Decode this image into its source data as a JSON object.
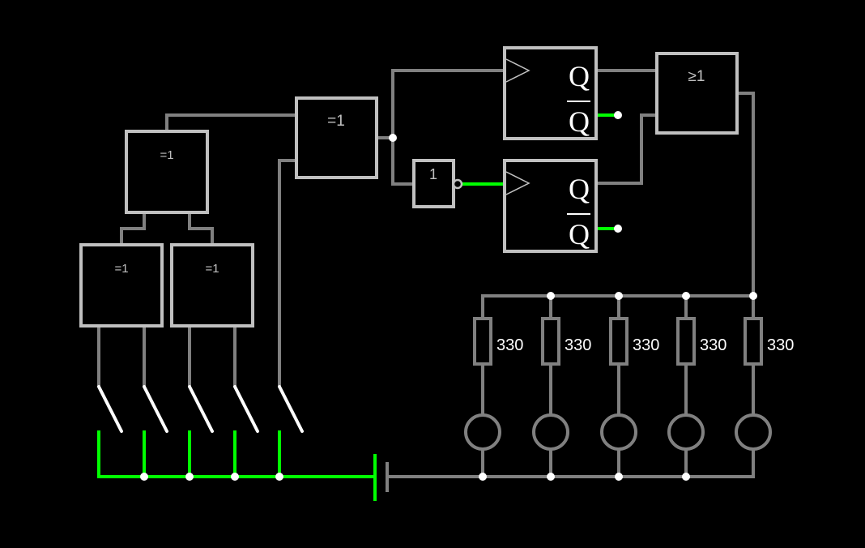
{
  "colors": {
    "background": "#000000",
    "wire_off": "#808080",
    "wire_on": "#00ff00",
    "component": "#c0c0c0",
    "node": "#ffffff"
  },
  "gates": {
    "xor_left": "=1",
    "xor_right": "=1",
    "xor_mid": "=1",
    "xor_top": "=1",
    "not_gate": "1",
    "or_gate": "≥1"
  },
  "flipflops": {
    "ff_top": {
      "q": "Q",
      "q_bar": "Q"
    },
    "ff_bottom": {
      "q": "Q",
      "q_bar": "Q"
    }
  },
  "resistors": [
    "330",
    "330",
    "330",
    "330",
    "330"
  ]
}
